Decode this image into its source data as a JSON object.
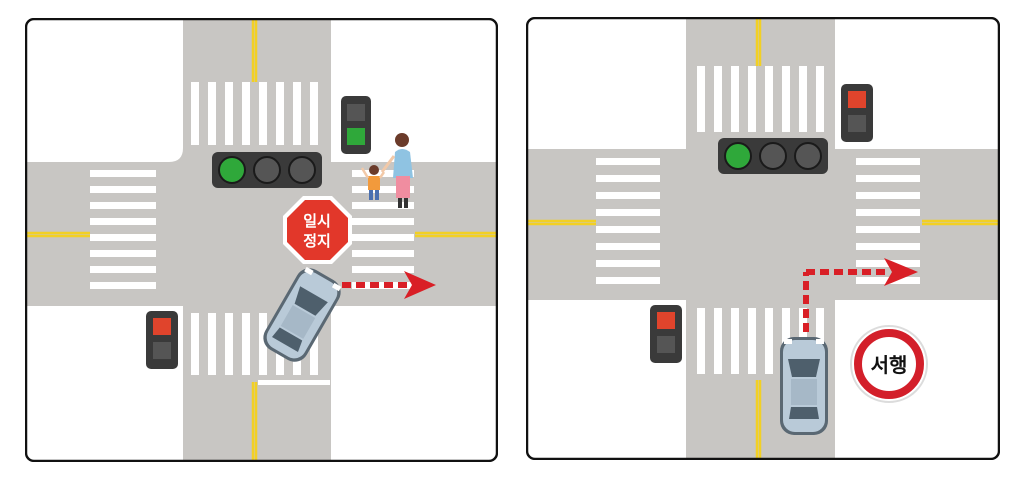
{
  "colors": {
    "road": "#c8c6c3",
    "sidewalk": "#ffffff",
    "frame": "#111111",
    "center_line": "#f2d024",
    "crosswalk": "#ffffff",
    "signal_housing": "#3a3a3a",
    "signal_green": "#2fa83a",
    "signal_red": "#e0442c",
    "signal_off": "#555555",
    "arrow": "#d91f26",
    "stop_sign": "#e2372a",
    "yield_ring": "#d31f2a",
    "car_body": "#b9cad8"
  },
  "panels": [
    {
      "id": "left",
      "description_icon_names": [
        "traffic-light-horizontal-green",
        "traffic-light-vertical-green",
        "traffic-light-vertical-red",
        "stop-sign",
        "pedestrian-mother-child",
        "car-turning-right",
        "dashed-right-arrow"
      ],
      "stop_sign": {
        "line1": "일시",
        "line2": "정지"
      }
    },
    {
      "id": "right",
      "description_icon_names": [
        "traffic-light-horizontal-green",
        "traffic-light-vertical-red",
        "traffic-light-vertical-red",
        "slow-sign",
        "car-going-up",
        "dashed-turn-arrow"
      ],
      "slow_sign": {
        "text": "서행"
      }
    }
  ]
}
